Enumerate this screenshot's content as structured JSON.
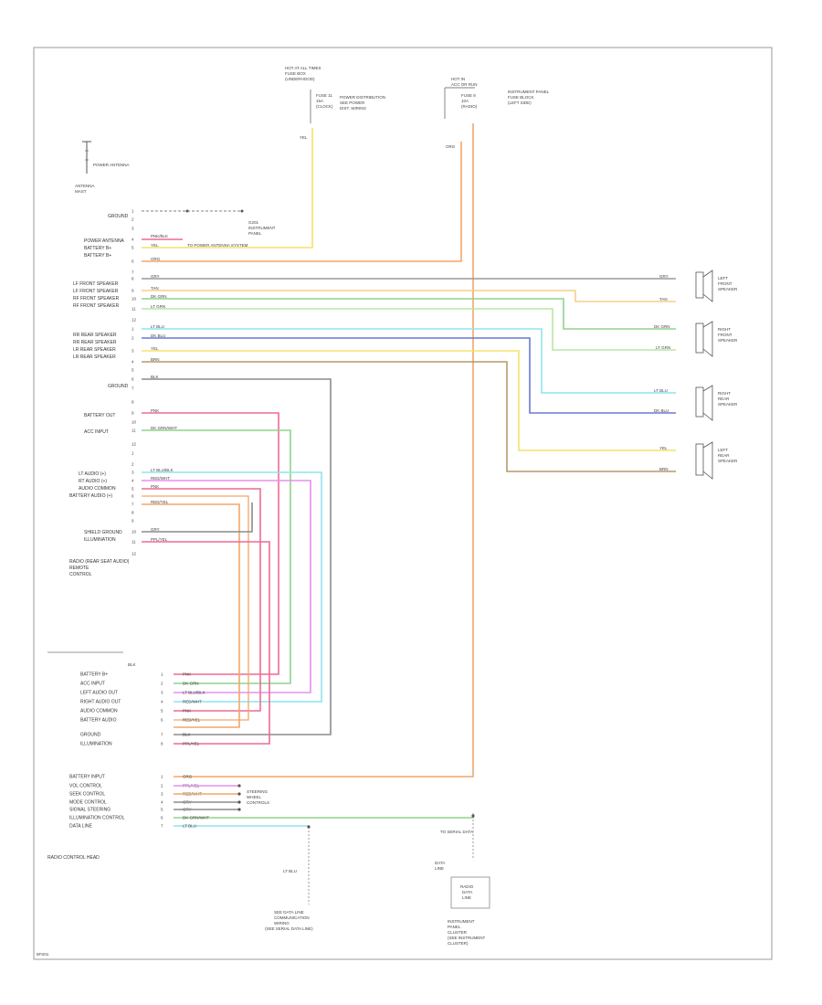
{
  "frame_code": "8FS01",
  "colors": {
    "wire_yellow": "#f2e36a",
    "wire_orange": "#f2a66b",
    "wire_green": "#8fd48f",
    "wire_lightgreen": "#b9e6a4",
    "wire_tan": "#f5cf8a",
    "wire_gray": "#8c8c8c",
    "wire_cyan": "#8fe3ee",
    "wire_blue": "#6a79d4",
    "wire_brown": "#b79a6a",
    "wire_pink": "#ee6a93",
    "wire_magenta": "#e88ef0",
    "wire_black": "#555555"
  },
  "antenna": {
    "label": "ANTENNA",
    "sub": "MAST",
    "note": "POWER ANTENNA"
  },
  "top_connectors": {
    "hot_at_all_times": {
      "title": [
        "HOT AT ALL TIMES",
        "FUSE BOX",
        "(UNDERHOOD)"
      ],
      "detail": [
        "FUSE 11",
        "15A",
        "(CLOCK)"
      ],
      "note": [
        "POWER DISTRIBUTION",
        "SEE POWER",
        "DIST. WIRING"
      ],
      "wire": "YEL"
    },
    "hot_in_acc": {
      "title": [
        "HOT IN",
        "ACC OR RUN"
      ],
      "detail": [
        "FUSE 8",
        "10A",
        "(RADIO)"
      ],
      "note": [
        "INSTRUMENT PANEL",
        "FUSE BLOCK",
        "(LEFT SIDE)"
      ],
      "wire": "ORG"
    }
  },
  "radio_connector": {
    "labels": {
      "ground": "GROUND",
      "power_antenna": "POWER ANTENNA",
      "battery_b": "BATTERY B+",
      "battery_b2": "BATTERY B+",
      "lf_spk_pos": "LF FRONT SPEAKER",
      "lf_spk_neg": "LF FRONT SPEAKER",
      "rf_spk_pos": "RF FRONT SPEAKER",
      "rf_spk_neg": "RF FRONT SPEAKER",
      "rr_spk_pos": "RR REAR SPEAKER",
      "rr_spk_neg": "RR REAR SPEAKER",
      "lr_spk_pos": "LR REAR SPEAKER",
      "lr_spk_neg": "LR REAR SPEAKER",
      "ground2": "GROUND",
      "battery_out": "BATTERY OUT",
      "acc_input": "ACC INPUT",
      "lt_audio": "LT AUDIO (+)",
      "rt_audio": "RT AUDIO (+)",
      "audio_common": "AUDIO COMMON",
      "battery_audio": "BATTERY AUDIO (+)",
      "shield_ground": "SHIELD GROUND",
      "illum": "ILLUMINATION",
      "name": [
        "RADIO (REAR SEAT AUDIO)",
        "REMOTE",
        "CONTROL"
      ]
    },
    "ground_note": [
      "G201",
      "INSTRUMENT",
      "PANEL"
    ],
    "power_ant_note": "TO POWER ANTENNA SYSTEM"
  },
  "speakers": {
    "left_front": [
      "LEFT",
      "FRONT",
      "SPEAKER"
    ],
    "right_front": [
      "RIGHT",
      "FRONT",
      "SPEAKER"
    ],
    "right_rear": [
      "RIGHT",
      "REAR",
      "SPEAKER"
    ],
    "left_rear": [
      "LEFT",
      "REAR",
      "SPEAKER"
    ]
  },
  "wire_codes": {
    "gry": "GRY",
    "tan": "TAN",
    "dk_grn": "DK GRN",
    "lt_grn": "LT GRN",
    "lt_blu": "LT BLU",
    "dk_blu": "DK BLU",
    "yel": "YEL",
    "brn": "BRN",
    "blk": "BLK",
    "pnk": "PNK",
    "org": "ORG",
    "dk_grn_wht": "DK GRN/WHT",
    "lt_blu_blk": "LT BLU/BLK",
    "red_wht": "RED/WHT",
    "pnk_blk": "PNK/BLK",
    "red_yel": "RED/YEL",
    "ppl_yel": "PPL/YEL"
  },
  "remote_block": {
    "rows": [
      "BATTERY B+",
      "ACC INPUT",
      "LEFT AUDIO OUT",
      "RIGHT AUDIO OUT",
      "AUDIO COMMON",
      "BATTERY AUDIO",
      "GROUND",
      "ILLUMINATION"
    ]
  },
  "control_block": {
    "rows": [
      "BATTERY INPUT",
      "VOL CONTROL",
      "SEEK CONTROL",
      "MODE CONTROL",
      "SIGNAL STEERING",
      "ILLUMINATION CONTROL",
      "DATA LINE"
    ],
    "name": "RADIO CONTROL HEAD",
    "steering_note": [
      "STEERING",
      "WHEEL",
      "CONTROLS"
    ],
    "data_note": "TO SERIAL DATA",
    "bottom_left_note": [
      "SEE DATA LINE",
      "COMMUNICATION",
      "WIRING",
      "(SEE SERIAL DATA LINE)"
    ],
    "bottom_right_note": [
      "INSTRUMENT",
      "PANEL",
      "CLUSTER",
      "(SEE INSTRUMENT",
      "CLUSTER)"
    ],
    "cluster_box": [
      "RADIO",
      "DATA",
      "LINE"
    ],
    "cluster_pins": [
      "DATA",
      "LINE"
    ]
  }
}
